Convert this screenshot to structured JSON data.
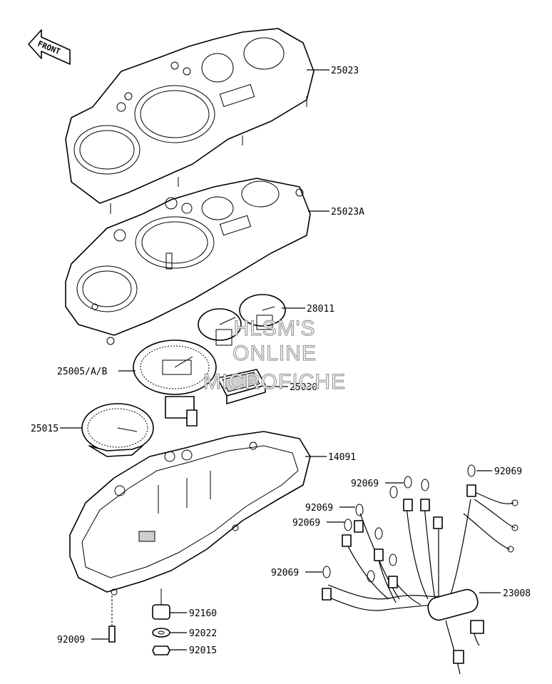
{
  "front_arrow": {
    "text": "FRONT"
  },
  "watermark": {
    "lines": [
      "HLSM'S",
      "ONLINE",
      "MICROFICHE"
    ]
  },
  "callouts": [
    {
      "id": "25023",
      "text": "25023"
    },
    {
      "id": "25023A",
      "text": "25023A"
    },
    {
      "id": "28011",
      "text": "28011"
    },
    {
      "id": "25005AB",
      "text": "25005/A/B"
    },
    {
      "id": "25030",
      "text": "25030"
    },
    {
      "id": "25015",
      "text": "25015"
    },
    {
      "id": "14091",
      "text": "14091"
    },
    {
      "id": "92069a",
      "text": "92069"
    },
    {
      "id": "92069b",
      "text": "92069"
    },
    {
      "id": "92069c",
      "text": "92069"
    },
    {
      "id": "92069d",
      "text": "92069"
    },
    {
      "id": "92069e",
      "text": "92069"
    },
    {
      "id": "23008",
      "text": "23008"
    },
    {
      "id": "92160",
      "text": "92160"
    },
    {
      "id": "92022",
      "text": "92022"
    },
    {
      "id": "92015",
      "text": "92015"
    },
    {
      "id": "92009",
      "text": "92009"
    }
  ]
}
